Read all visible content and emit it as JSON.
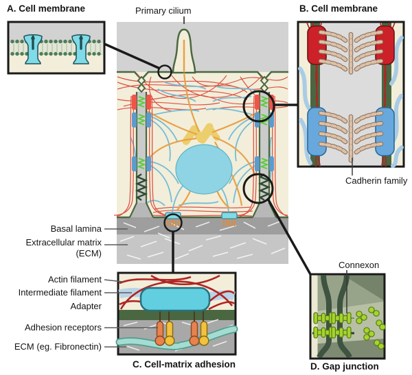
{
  "figure": {
    "labels": {
      "primary_cilium": "Primary cilium",
      "basal_lamina": "Basal lamina",
      "ecm_line1": "Extracellular matrix",
      "ecm_line2": "(ECM)"
    },
    "panel_a": {
      "title": "A. Cell membrane"
    },
    "panel_b": {
      "title": "B. Cell membrane",
      "callout": "Cadherin family"
    },
    "panel_c": {
      "title": "C. Cell-matrix adhesion",
      "callouts": {
        "actin": "Actin filament",
        "intermediate": "Intermediate filament",
        "adapter": "Adapter",
        "receptors": "Adhesion receptors",
        "ecm": "ECM (eg. Fibronectin)"
      }
    },
    "panel_d": {
      "title": "D. Gap junction",
      "callout": "Connexon"
    }
  },
  "colors": {
    "line_black": "#1a1a1a",
    "cell_cream": "#f2eeda",
    "exterior_gray": "#d2d2d2",
    "basal_gray": "#9e9e9e",
    "ecm_gray": "#c6c6c6",
    "membrane_green": "#4a6741",
    "actin_red": "#dd5244",
    "actin_dark": "#b02424",
    "microtubule_orange": "#e9a148",
    "intermediate_blue": "#74bcd6",
    "ribbon_blue": "#a9cce6",
    "nucleus_cyan": "#8ed4e4",
    "junction_red": "#ee5548",
    "junction_blue": "#5b9ccc",
    "zigzag_green": "#5ecc3c",
    "spring_green": "#2d4a2d",
    "channel_cyan": "#7fdbe8",
    "plaque_red": "#cc2128",
    "plaque_blue": "#68a8dc",
    "bead_fill": "#dcc0a6",
    "bead_edge": "#8a6f5a",
    "adapter_cyan": "#62cfe0",
    "receptor_orange": "#e8824e",
    "receptor_yellow": "#f2c23e",
    "fibronectin": "#a5dcd2",
    "fibronectin_edge": "#4f9e8e",
    "connexon_green": "#a6d42c",
    "connexon_edge": "#567a16",
    "bristle_orange": "#e08a3c",
    "centrosome_yellow": "#ecce6c"
  }
}
